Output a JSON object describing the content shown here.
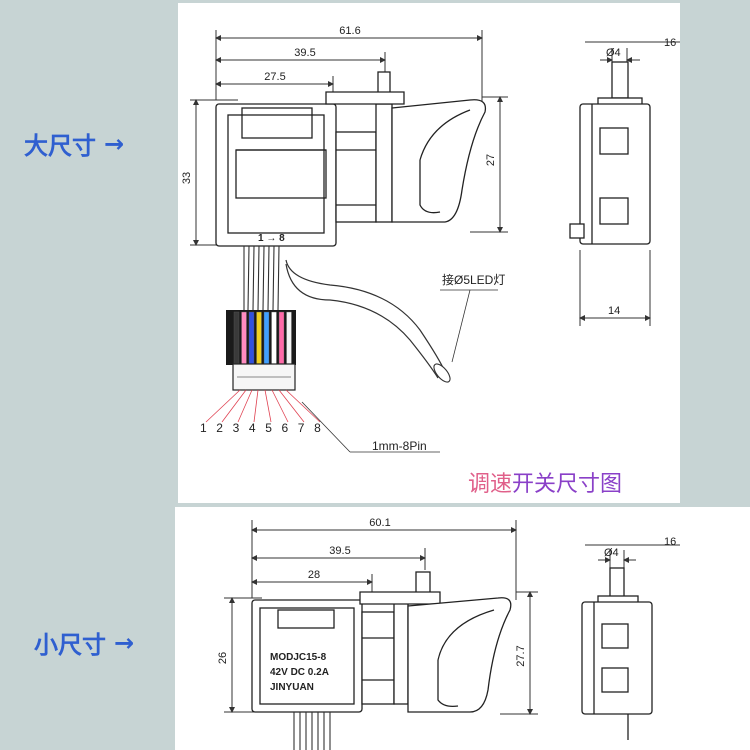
{
  "labels": {
    "large_size": "大尺寸",
    "small_size": "小尺寸",
    "title_part1": "调速",
    "title_part2": "开关尺寸图",
    "led_note": "接Ø5LED灯",
    "pin_note": "1mm-8Pin",
    "pin_direction": "1 → 8"
  },
  "large_switch": {
    "dim_total": "61.6",
    "dim_mid": "39.5",
    "dim_short": "27.5",
    "dim_height_left": "33",
    "dim_height_right": "27",
    "side_dim_top": "16",
    "side_dim_dia": "Ø4",
    "side_dim_bottom": "14",
    "pins": [
      "1",
      "2",
      "3",
      "4",
      "5",
      "6",
      "7",
      "8"
    ]
  },
  "small_switch": {
    "dim_total": "60.1",
    "dim_mid": "39.5",
    "dim_short": "28",
    "dim_height_left": "26",
    "dim_height_right": "27.7",
    "side_dim_top": "16",
    "side_dim_dia": "Ø4",
    "label_line1": "MODJC15-8",
    "label_line2": "42V  DC  0.2A",
    "label_line3": "JINYUAN"
  },
  "colors": {
    "background": "#c7d4d4",
    "label_blue": "#2f5fd0",
    "title_pink": "#e0608a",
    "title_purple": "#8a40c8",
    "dim_red": "#e04050"
  },
  "wire_colors": [
    "#3a3a3a",
    "#ff8cc0",
    "#3050e0",
    "#f0d020",
    "#40a0ff",
    "#ffffff",
    "#ff6aa8",
    "#f4f4f4"
  ]
}
